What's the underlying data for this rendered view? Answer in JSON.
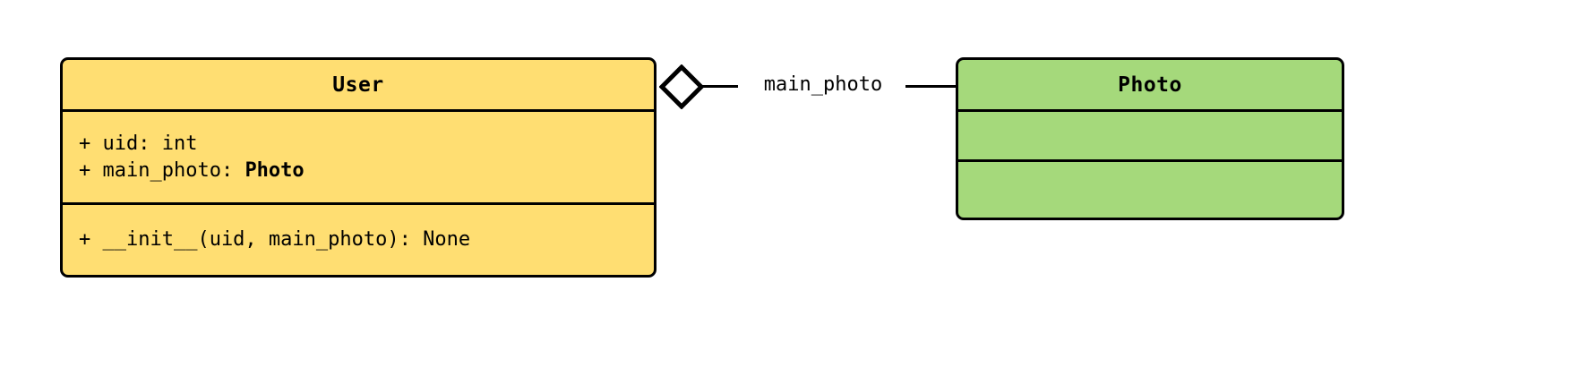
{
  "diagram": {
    "kind": "uml-class-diagram",
    "background_color": "#ffffff",
    "stroke_color": "#000000"
  },
  "classes": [
    {
      "id": "user",
      "name": "User",
      "fill_color": "#ffde72",
      "attributes": [
        {
          "visibility": "+",
          "text": "+ uid: int",
          "name": "uid",
          "type": "int"
        },
        {
          "visibility": "+",
          "prefix": "+ main_photo: ",
          "type_ref": "Photo",
          "name": "main_photo"
        }
      ],
      "methods": [
        {
          "visibility": "+",
          "text": "+ __init__(uid, main_photo): None",
          "name": "__init__",
          "params": "uid, main_photo",
          "returns": "None"
        }
      ]
    },
    {
      "id": "photo",
      "name": "Photo",
      "fill_color": "#a5d97b",
      "attributes": [],
      "methods": []
    }
  ],
  "relationship": {
    "type": "aggregation",
    "label": "main_photo",
    "from": "User",
    "to": "Photo",
    "diamond_fill": "#ffffff",
    "diamond_stroke": "#000000"
  }
}
